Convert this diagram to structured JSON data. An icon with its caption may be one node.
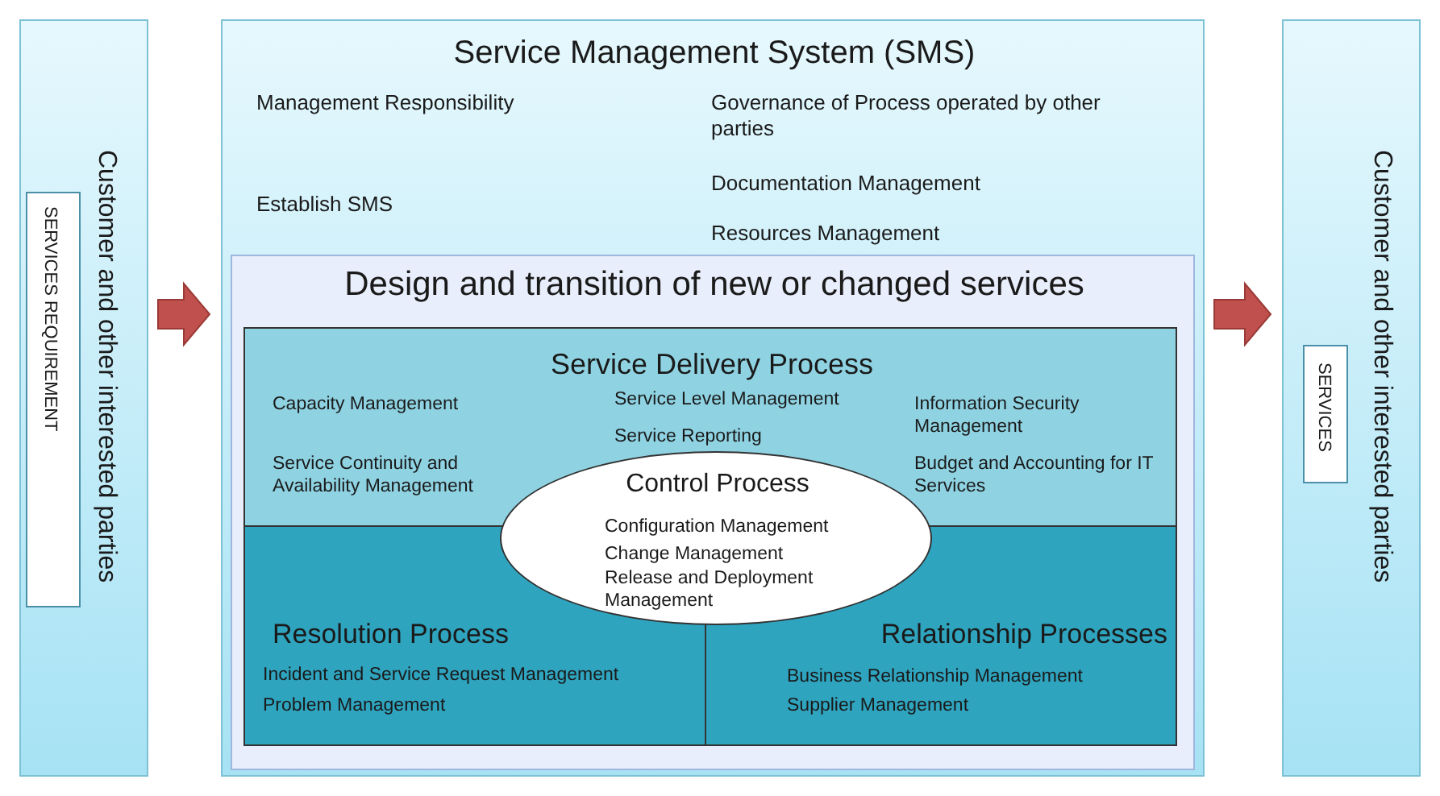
{
  "diagram": {
    "nodes": [
      {
        "text": [
          "Customer and other interested parties"
        ]
      },
      {
        "text": [
          "SERVICES REQUIREMENT"
        ],
        "in": 0
      },
      {
        "text": [
          "Service Management System (SMS)",
          "Management Responsibility",
          "Governance of Process operated by other parties",
          "Establish SMS",
          "Documentation Management",
          "Resources Management"
        ]
      },
      {
        "text": [
          "Design and transition of new or changed services"
        ],
        "in": 2
      },
      {
        "text": [
          "Service Delivery Process",
          "Capacity Management",
          "Service Level Management",
          "Service Reporting",
          "Information Security Management",
          "Service Continuity and Availability Management",
          "Budget and Accounting for IT Services"
        ],
        "in": 3
      },
      {
        "text": [
          "Resolution Process",
          "Incident and Service Request Management",
          "Problem Management"
        ],
        "in": 3
      },
      {
        "text": [
          "Relationship Processes",
          "Business Relationship Management",
          "Supplier Management"
        ],
        "in": 3
      },
      {
        "text": [
          "Control Process",
          "Configuration Management",
          "Change Management",
          "Release and Deployment Management"
        ],
        "in": 3
      },
      {
        "text": [
          "Customer and other interested parties"
        ]
      },
      {
        "text": [
          "SERVICES"
        ],
        "in": 8
      }
    ],
    "edges": [
      {
        "from": 0,
        "to": 2,
        "arrow": "to"
      },
      {
        "from": 2,
        "to": 8,
        "arrow": "to"
      }
    ]
  }
}
